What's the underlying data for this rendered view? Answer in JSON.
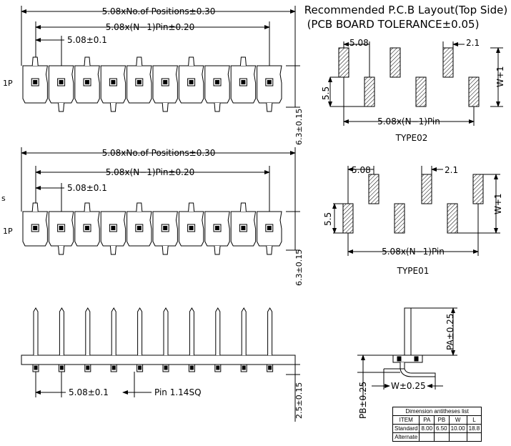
{
  "header": {
    "title": "Recommended P.C.B Layout(Top Side)",
    "subtitle": "(PCB BOARD TOLERANCE±0.05)"
  },
  "view1": {
    "dim_total": "5.08xNo.of Positions±0.30",
    "dim_span": "5.08x(N−1)Pin±0.20",
    "dim_pitch": "5.08±0.1",
    "pin1": "1P",
    "height": "6.3±0.15"
  },
  "view2": {
    "dim_total": "5.08xNo.of Positions±0.30",
    "dim_span": "5.08x(N−1)Pin±0.20",
    "dim_pitch": "5.08±0.1",
    "pin1": "1P",
    "side_mark": "s",
    "height": "6.3±0.15"
  },
  "view3": {
    "dim_pitch": "5.08±0.1",
    "pin_size": "Pin  1.14SQ",
    "height": "2.5±0.15"
  },
  "type02": {
    "pitch": "5.08",
    "pad": "2.1",
    "row": "5.5",
    "height": "W+1",
    "span": "5.08x(N−1)Pin",
    "label": "TYPE02"
  },
  "type01": {
    "pitch": "5.08",
    "pad": "2.1",
    "row": "5.5",
    "height": "W+1",
    "span": "5.08x(N−1)Pin",
    "label": "TYPE01"
  },
  "side_view": {
    "pa": "PA±0.25",
    "pb": "PB±0.25",
    "w": "W±0.25"
  },
  "table": {
    "title": "Dimension  antitheses  list",
    "headers": [
      "ITEM",
      "PA",
      "PB",
      "W",
      "L"
    ],
    "rows": [
      [
        "Standard",
        "8.00",
        "6.50",
        "10.00",
        "18.8"
      ],
      [
        "Alternate",
        "",
        "",
        "",
        ""
      ]
    ]
  }
}
